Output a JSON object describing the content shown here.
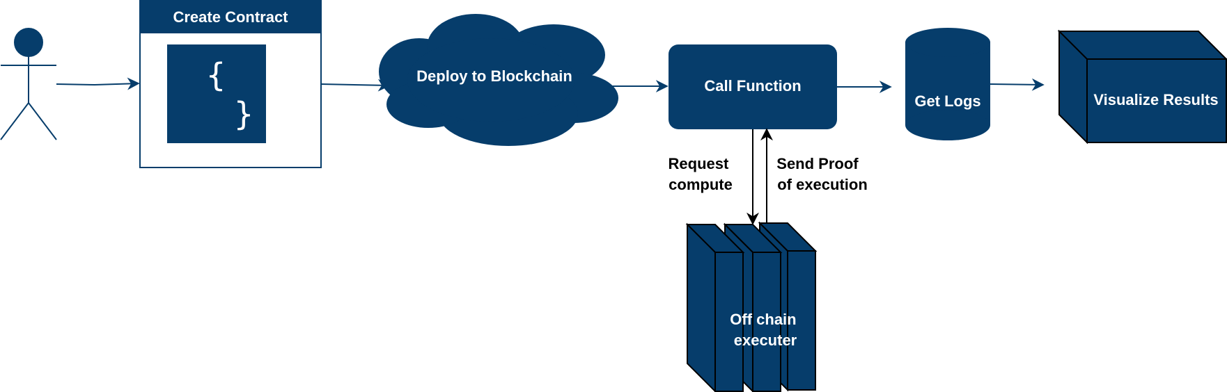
{
  "colors": {
    "primary": "#063d6b",
    "stroke": "#000000",
    "white": "#ffffff"
  },
  "nodes": {
    "create_contract": {
      "title": "Create Contract",
      "brace_open": "{",
      "brace_close": "}"
    },
    "deploy": {
      "label": "Deploy to Blockchain"
    },
    "call_function": {
      "label": "Call Function"
    },
    "get_logs": {
      "label": "Get Logs"
    },
    "visualize": {
      "label": "Visualize Results"
    },
    "executer": {
      "line1": "Off chain",
      "line2": "executer"
    }
  },
  "edges": {
    "request": {
      "line1": "Request",
      "line2": "compute"
    },
    "proof": {
      "line1": "Send Proof",
      "line2": "of execution"
    }
  }
}
